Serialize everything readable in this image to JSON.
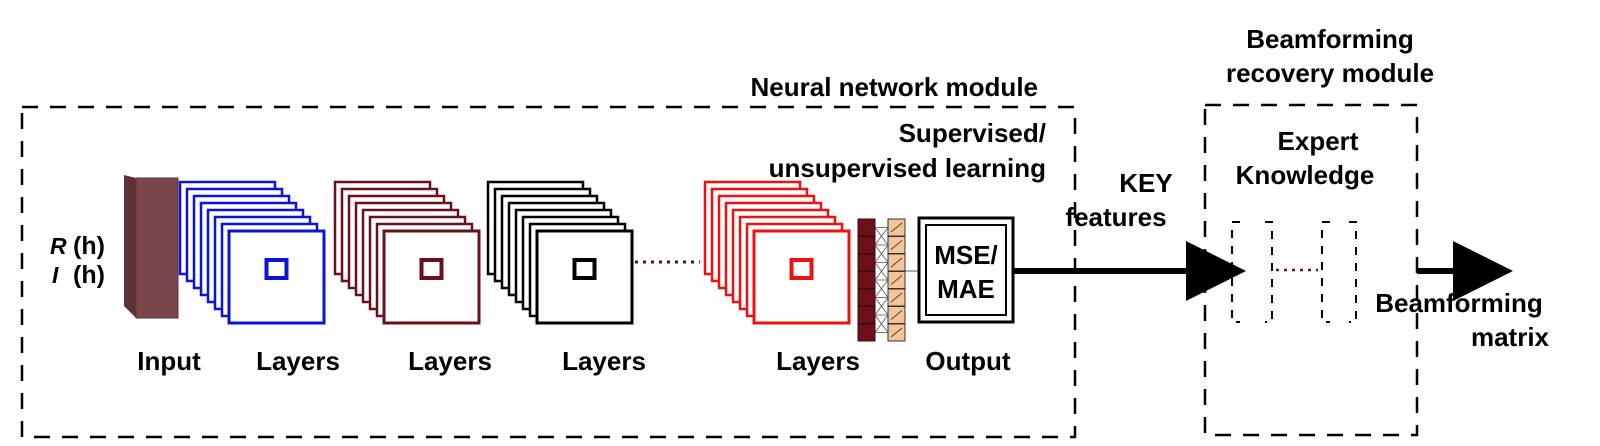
{
  "neural_module": {
    "title": "Neural network module",
    "learning_line1": "Supervised/",
    "learning_line2": "unsupervised learning"
  },
  "input": {
    "r_symbol": "R",
    "r_arg": "(h)",
    "i_symbol": "I",
    "i_arg": "(h)",
    "label": "Input"
  },
  "layer_label": "Layers",
  "output": {
    "box_line1": "MSE/",
    "box_line2": "MAE",
    "label": "Output"
  },
  "key_features": {
    "line1": "KEY",
    "line2": "features"
  },
  "recovery_module": {
    "title_line1": "Beamforming",
    "title_line2": "recovery module",
    "expert_line1": "Expert",
    "expert_line2": "Knowledge"
  },
  "result": {
    "line1": "Beamforming",
    "line2": "matrix"
  },
  "colors": {
    "input_block": "#7a464c",
    "layer_blue": "#0a14d8",
    "layer_maroon": "#6b0f1a",
    "layer_black": "#000000",
    "layer_red": "#ee1111",
    "dense_dark": "#6b0f1a",
    "dense_light": "#f3c39a"
  }
}
